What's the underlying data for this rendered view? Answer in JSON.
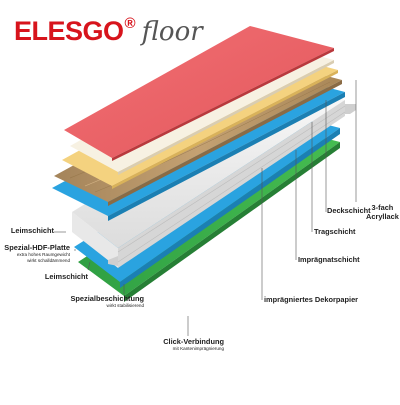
{
  "brand": {
    "name": "ELESGO",
    "registered": "®",
    "suffix": "floor",
    "color": "#d7141c"
  },
  "labels": {
    "leimschicht_top": "Leimschicht",
    "hdf_title": "Spezial-HDF-Platte",
    "hdf_note1": "extra hohes Raumgewicht",
    "hdf_note2": "wirkt schalldämmend",
    "leimschicht_bottom": "Leimschicht",
    "spezialbeschichtung": "Spezialbeschichtung",
    "spezialbeschichtung_note": "wirkt stabilisierend",
    "click_title": "Click-Verbindung",
    "click_note": "mit Kantenimprägnierung",
    "impraegniertes_dekorpapier": "imprägniertes Dekorpapier",
    "impraegnatschicht": "Imprägnatschicht",
    "tragschicht": "Tragschicht",
    "deckschicht": "Deckschicht",
    "acryllack_line1": "3-fach",
    "acryllack_line2": "Acryllack"
  },
  "layer_colors": {
    "lack": "#e75f63",
    "deckschicht": "#f7f1e2",
    "tragschicht": "#f4d27f",
    "dekor": "#b89263",
    "leim": "#2aa3e0",
    "hdf": "#f3f3f3",
    "beschichtung": "#39b34a"
  }
}
